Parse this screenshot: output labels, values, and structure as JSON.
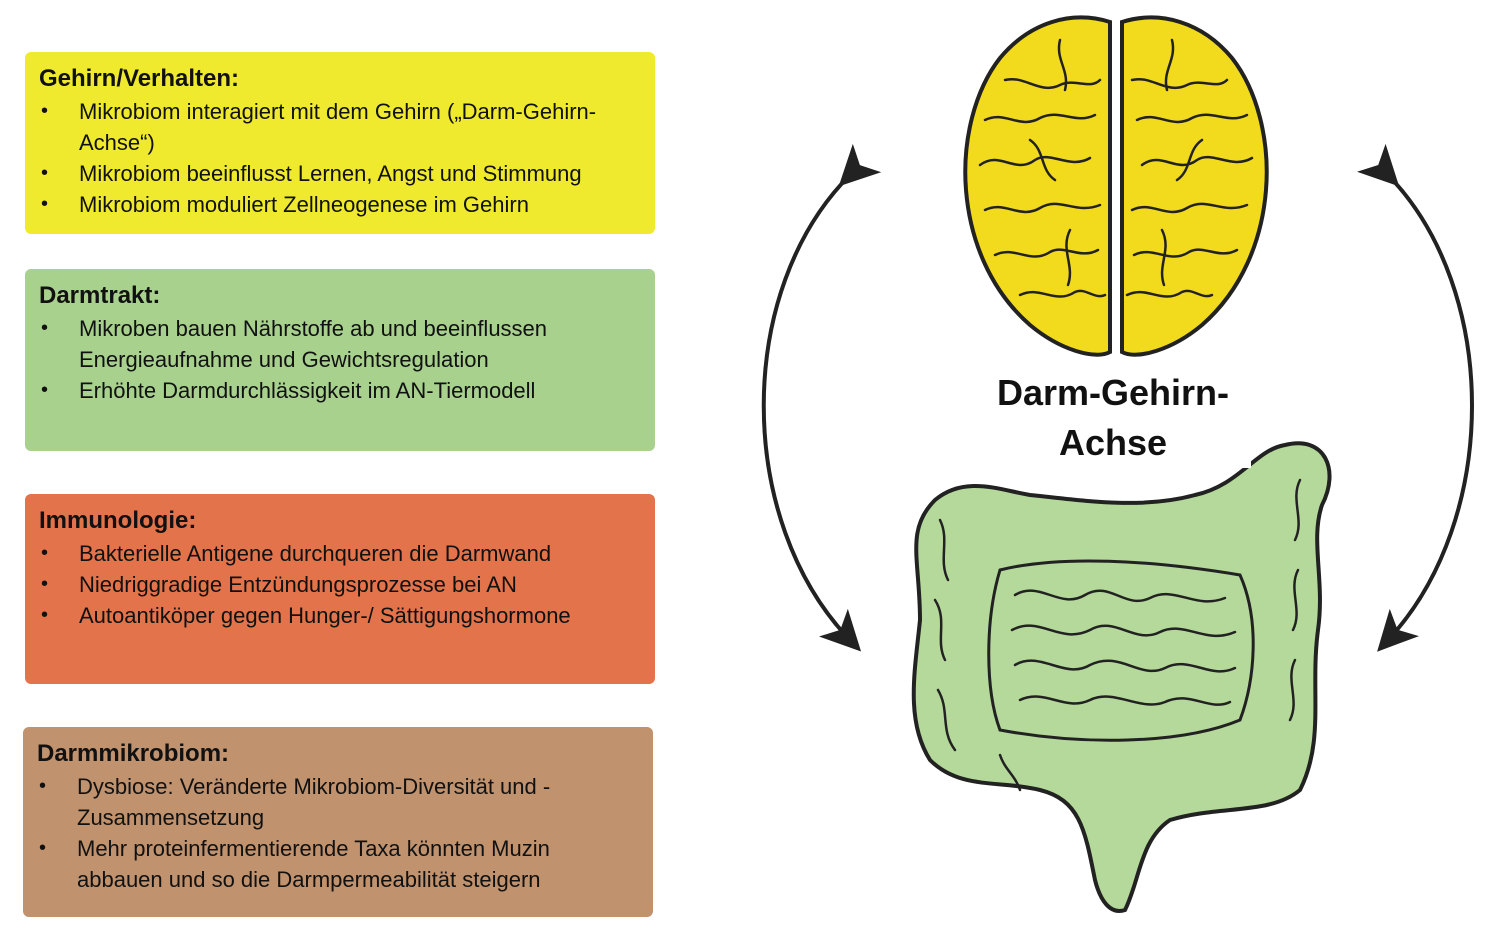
{
  "colors": {
    "brain_box": "#f0ea2e",
    "gut_box": "#a8d18e",
    "immune_box": "#e3734a",
    "microbiome_box": "#c0926e",
    "brain_fill": "#f2da1c",
    "intestine_fill": "#b5d99a",
    "outline": "#222222"
  },
  "boxes": [
    {
      "title": "Gehirn/Verhalten:",
      "items": [
        "Mikrobiom interagiert mit dem Gehirn („Darm-Gehirn-Achse“)",
        "Mikrobiom beeinflusst Lernen, Angst und Stimmung",
        "Mikrobiom moduliert Zellneogenese im Gehirn"
      ]
    },
    {
      "title": "Darmtrakt:",
      "items": [
        "Mikroben bauen Nährstoffe ab und beeinflussen Energieaufnahme und Gewichtsregulation",
        "Erhöhte Darmdurchlässigkeit im AN-Tiermodell"
      ]
    },
    {
      "title": "Immunologie:",
      "items": [
        "Bakterielle Antigene durchqueren die Darmwand",
        "Niedriggradige Entzündungsprozesse bei AN",
        "Autoantiköper gegen Hunger-/ Sättigungshormone"
      ]
    },
    {
      "title": "Darmmikrobiom:",
      "items": [
        "Dysbiose: Veränderte Mikrobiom-Diversität und -Zusammensetzung",
        "Mehr proteinfermentierende Taxa könnten Muzin abbauen und so die Darmpermeabilität steigern"
      ]
    }
  ],
  "diagram": {
    "title_line1": "Darm-Gehirn-",
    "title_line2": "Achse",
    "arrows": "bidirectional"
  }
}
